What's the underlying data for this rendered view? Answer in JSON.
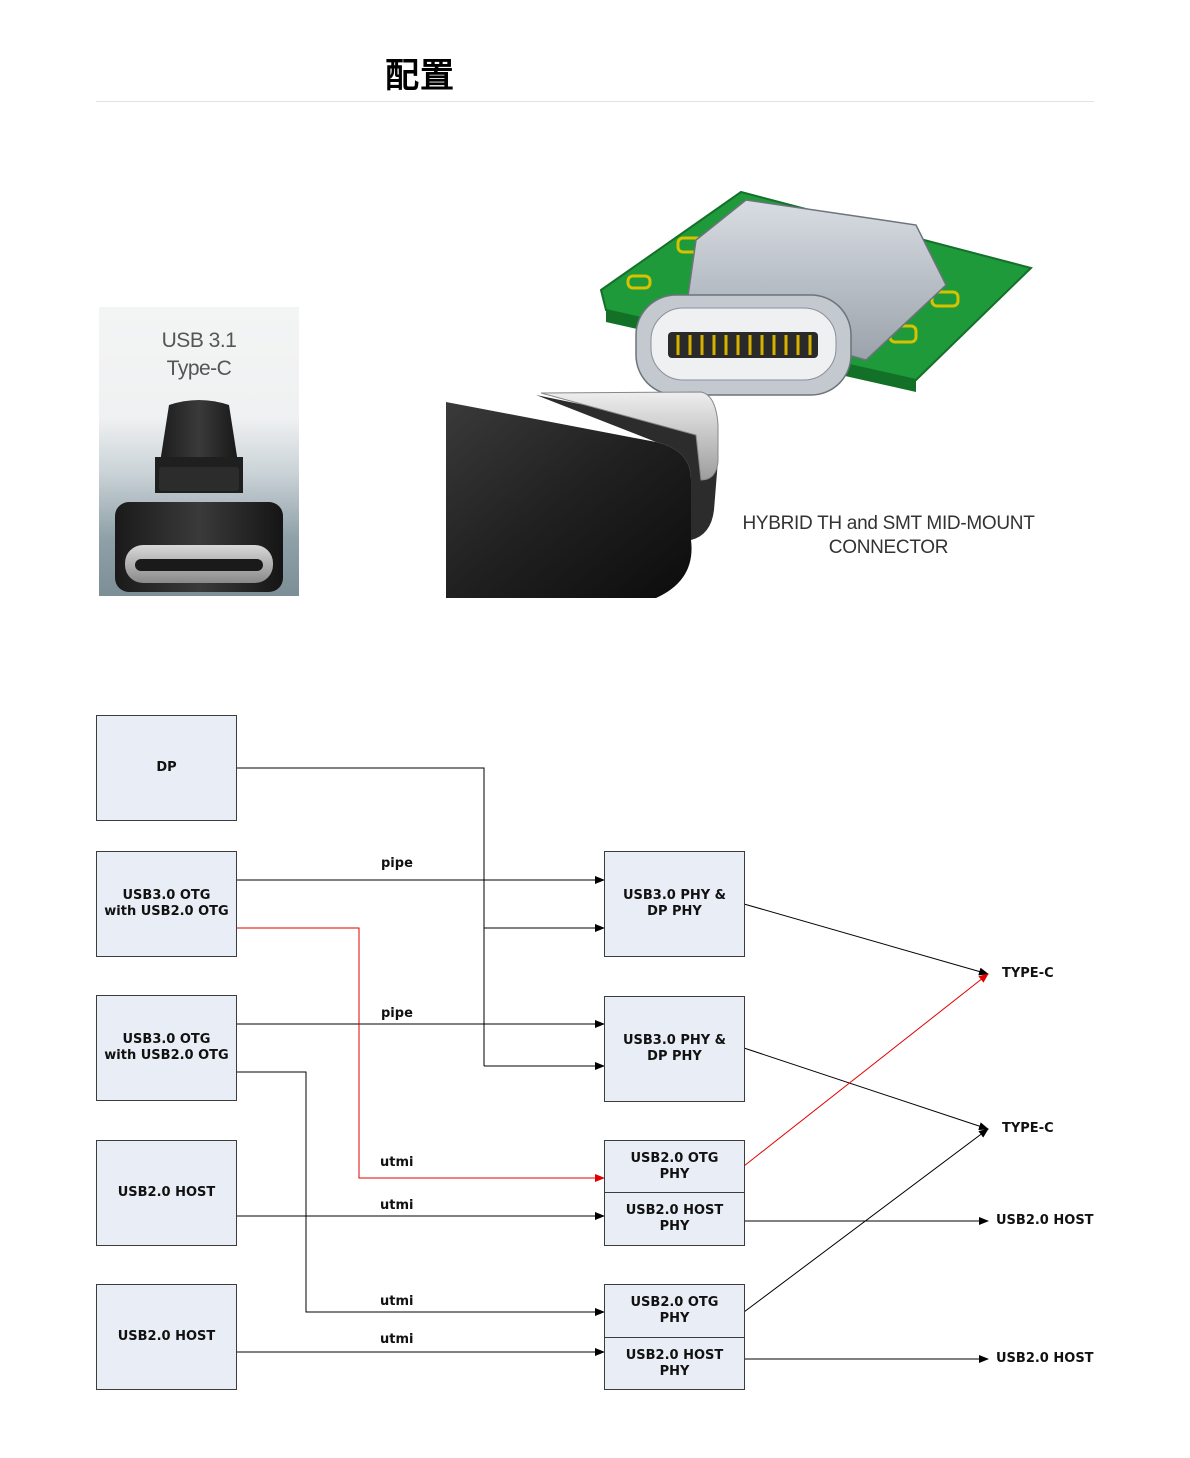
{
  "page": {
    "title": "配置"
  },
  "images": {
    "usb_photo": {
      "label_line1": "USB 3.1",
      "label_line2": "Type-C"
    },
    "connector_render": {
      "caption_line1": "HYBRID TH and SMT MID-MOUNT",
      "caption_line2": "CONNECTOR"
    }
  },
  "diagram": {
    "controllers": {
      "dp": "DP",
      "usb3_otg_a": "USB3.0 OTG\nwith USB2.0 OTG",
      "usb3_otg_b": "USB3.0 OTG\nwith USB2.0 OTG",
      "usb2_host_a": "USB2.0 HOST",
      "usb2_host_b": "USB2.0 HOST"
    },
    "phys": {
      "usb3_dp_phy_a": "USB3.0 PHY &\nDP PHY",
      "usb3_dp_phy_b": "USB3.0 PHY &\nDP PHY",
      "usb2_otg_phy_a": "USB2.0 OTG\nPHY",
      "usb2_host_phy_a": "USB2.0 HOST\nPHY",
      "usb2_otg_phy_b": "USB2.0 OTG\nPHY",
      "usb2_host_phy_b": "USB2.0 HOST\nPHY"
    },
    "bus_labels": {
      "pipe_a": "pipe",
      "pipe_b": "pipe",
      "utmi_a": "utmi",
      "utmi_b": "utmi",
      "utmi_c": "utmi",
      "utmi_d": "utmi"
    },
    "outputs": {
      "typec_a": "TYPE-C",
      "typec_b": "TYPE-C",
      "usb2_host_out_a": "USB2.0 HOST",
      "usb2_host_out_b": "USB2.0 HOST"
    },
    "colors": {
      "wire": "#000000",
      "highlight_wire": "#e00000",
      "box_fill": "#e8edf6"
    }
  }
}
